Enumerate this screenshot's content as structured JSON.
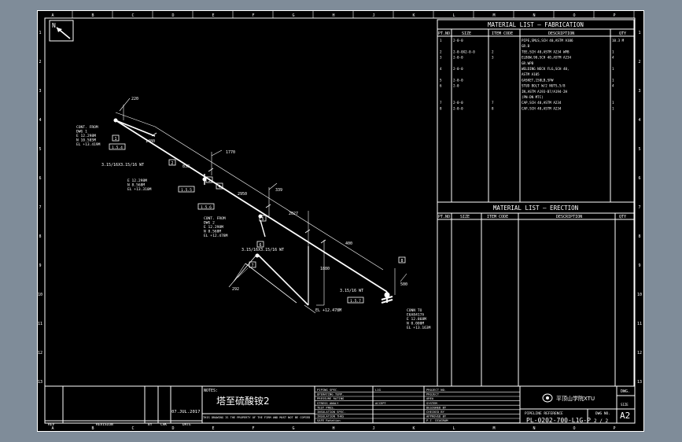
{
  "grid": {
    "top_letters": [
      "A",
      "B",
      "C",
      "D",
      "E",
      "F",
      "G",
      "H",
      "J",
      "K",
      "L",
      "M",
      "N",
      "O",
      "P"
    ],
    "side_numbers": [
      "1",
      "2",
      "3",
      "4",
      "5",
      "6",
      "7",
      "8",
      "9",
      "10",
      "11",
      "12",
      "13"
    ]
  },
  "north": {
    "label": "N"
  },
  "fabrication": {
    "title": "MATERIAL LIST  —  FABRICATION",
    "headers": {
      "item": "PT.NO",
      "size": "SIZE",
      "code": "ITEM CODE",
      "desc": "DESCRIPTION",
      "qty": "QTY"
    },
    "rows": [
      {
        "no": "1",
        "size": "2-0-0",
        "code": "",
        "desc": "PIPE,SMLS,SCH 40,ASTM A106",
        "qty": "10.3 M"
      },
      {
        "no": "",
        "size": "",
        "code": "",
        "desc": "GR.B",
        "qty": ""
      },
      {
        "no": "2",
        "size": "2-0-0X2-0-0",
        "code": "2",
        "desc": "TEE,SCH 40,ASTM A234 WPB",
        "qty": "1"
      },
      {
        "no": "3",
        "size": "2-0-0",
        "code": "3",
        "desc": "ELBOW,90,SCH 40,ASTM A234",
        "qty": "4"
      },
      {
        "no": "",
        "size": "",
        "code": "",
        "desc": "GR.WPB",
        "qty": ""
      },
      {
        "no": "4",
        "size": "2-0-0",
        "code": "",
        "desc": "WELDING NECK FLG,SCH 40,",
        "qty": "1"
      },
      {
        "no": "",
        "size": "",
        "code": "",
        "desc": "ASTM A105",
        "qty": ""
      },
      {
        "no": "5",
        "size": "2-0-0",
        "code": "",
        "desc": "GASKET,150LB,SPW",
        "qty": "1"
      },
      {
        "no": "6",
        "size": "2-0",
        "code": "",
        "desc": "STUD BOLT W/2 NUTS,5/8",
        "qty": "4"
      },
      {
        "no": "",
        "size": "",
        "code": "",
        "desc": "IN,ASTM A193-B7/A194-2H",
        "qty": ""
      },
      {
        "no": "",
        "size": "",
        "code": "",
        "desc": "(PN-DN MTC)",
        "qty": ""
      },
      {
        "no": "7",
        "size": "2-0-0",
        "code": "7",
        "desc": "CAP,SCH 40,ASTM A234",
        "qty": "1"
      },
      {
        "no": "8",
        "size": "2-0-0",
        "code": "8",
        "desc": "CAP,SCH 40,ASTM A234",
        "qty": "1"
      }
    ]
  },
  "erection": {
    "title": "MATERIAL LIST  —  ERECTION",
    "headers": {
      "item": "PT.NO",
      "size": "SIZE",
      "code": "ITEM CODE",
      "desc": "DESCRIPTION",
      "qty": "QTY"
    }
  },
  "drawing": {
    "dims": [
      "220",
      "1480",
      "838",
      "1770",
      "2950",
      "2027",
      "400",
      "339",
      "292",
      "1880",
      "500"
    ],
    "callout_start": [
      "CONT. FROM",
      "DWG 1",
      "E 12.298M",
      "N 10.585M",
      "EL +13.419M"
    ],
    "callout_mid": [
      "E 12.298M",
      "N 8.568M",
      "EL +13.310M"
    ],
    "callout_left": [
      "CONT. FROM",
      "DWG 2",
      "E 12.298M",
      "N 8.568M",
      "EL +12.478M"
    ],
    "callout_end": [
      "CONN TO",
      "E6A8417A",
      "E 12.868M",
      "N 0.000M",
      "EL +13.163M"
    ],
    "el_lower": "EL +12.478M",
    "flags_upper": [
      "3.15/16X3.15/16 WT"
    ],
    "flags_mid": [
      "3.15/16X3.15/16 WT"
    ],
    "flags_end": [
      "3.15/16 WT"
    ],
    "tags": [
      "1",
      "2",
      "3",
      "4",
      "5",
      "6",
      "7",
      "8"
    ],
    "pipe_labels": [
      "1.5.4",
      "1.5.5",
      "1.5.6",
      "1.5.7"
    ]
  },
  "title_block": {
    "notes": "NOTES:",
    "chinese": "塔至硫酸铵2",
    "date": "07.JUL.2017",
    "revision": {
      "rev": "REV",
      "label": "REVISION",
      "by": "BY",
      "chk": "CHK",
      "date": "DATE"
    },
    "disclaimer": "THIS DRAWING IS THE PROPERTY OF THE FIRM AND MUST NOT BE COPIED",
    "specs": [
      {
        "k": "PIPING SPEC.",
        "v": "L1G"
      },
      {
        "k": "OPERATING TEMP.",
        "v": ""
      },
      {
        "k": "PRESSURE RATING",
        "v": ""
      },
      {
        "k": "STRESS ANALY",
        "v": "ACCEPT"
      },
      {
        "k": "TEST PRES.",
        "v": ""
      },
      {
        "k": "INSULATION SPEC.",
        "v": ""
      },
      {
        "k": "INSULATION THKS",
        "v": ""
      },
      {
        "k": "SAFE Rotation",
        "v": ""
      }
    ],
    "project": [
      {
        "k": "PROJECT NO.",
        "v": ""
      },
      {
        "k": "PROJECT",
        "v": ""
      },
      {
        "k": "AREA",
        "v": ""
      },
      {
        "k": "SYSTEM",
        "v": ""
      },
      {
        "k": "DESIGNED BY",
        "v": ""
      },
      {
        "k": "CHECKED BY",
        "v": ""
      },
      {
        "k": "APPROVED BY",
        "v": ""
      },
      {
        "k": "P.I. DIAGRAM",
        "v": ""
      }
    ],
    "company": "平顶山学院XTU",
    "dwg_label": "DWG.",
    "size_label": "SIZE",
    "size": "A2",
    "pipeline_ref_label": "PIPELINE REFERENCE",
    "dwg_no_label": "DWG NO.",
    "pipeline_ref": "PL-0202-700-L1G-P",
    "sheet": "2 / 2"
  }
}
